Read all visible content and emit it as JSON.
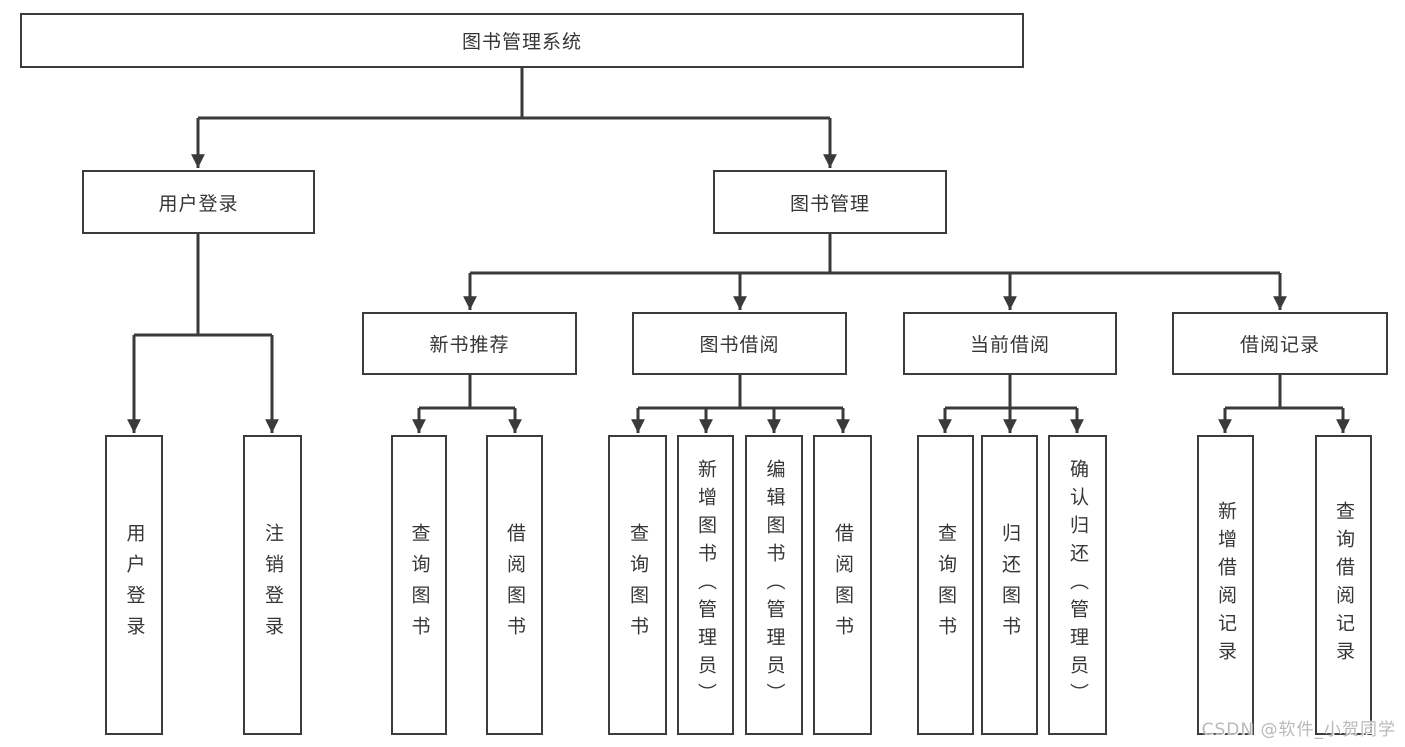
{
  "diagram": {
    "nodes": {
      "root": {
        "label": "图书管理系统"
      },
      "user_login": {
        "label": "用户登录"
      },
      "book_mgmt": {
        "label": "图书管理"
      },
      "new_book_rec": {
        "label": "新书推荐"
      },
      "book_borrow": {
        "label": "图书借阅"
      },
      "current_borrow": {
        "label": "当前借阅"
      },
      "borrow_records": {
        "label": "借阅记录"
      },
      "leaf_user_login": {
        "label": "用户登录"
      },
      "leaf_logout": {
        "label": "注销登录"
      },
      "leaf_nb_query": {
        "label": "查询图书"
      },
      "leaf_nb_borrow": {
        "label": "借阅图书"
      },
      "leaf_bb_query": {
        "label": "查询图书"
      },
      "leaf_bb_add": {
        "label": "新增图书（管理员）"
      },
      "leaf_bb_edit": {
        "label": "编辑图书（管理员）"
      },
      "leaf_bb_borrow": {
        "label": "借阅图书"
      },
      "leaf_cb_query": {
        "label": "查询图书"
      },
      "leaf_cb_return": {
        "label": "归还图书"
      },
      "leaf_cb_confirm": {
        "label": "确认归还（管理员）"
      },
      "leaf_br_add": {
        "label": "新增借阅记录"
      },
      "leaf_br_query": {
        "label": "查询借阅记录"
      }
    },
    "hierarchy": {
      "图书管理系统": {
        "用户登录": [
          "用户登录",
          "注销登录"
        ],
        "图书管理": {
          "新书推荐": [
            "查询图书",
            "借阅图书"
          ],
          "图书借阅": [
            "查询图书",
            "新增图书（管理员）",
            "编辑图书（管理员）",
            "借阅图书"
          ],
          "当前借阅": [
            "查询图书",
            "归还图书",
            "确认归还（管理员）"
          ],
          "借阅记录": [
            "新增借阅记录",
            "查询借阅记录"
          ]
        }
      }
    }
  },
  "watermark": {
    "text": "CSDN @软件_小贺同学"
  },
  "colors": {
    "line": "#3a3a3a",
    "box_border": "#3c3c3c",
    "box_fill": "#ffffff",
    "text": "#363636",
    "watermark": "#b9b9b9",
    "background": "#ffffff"
  }
}
